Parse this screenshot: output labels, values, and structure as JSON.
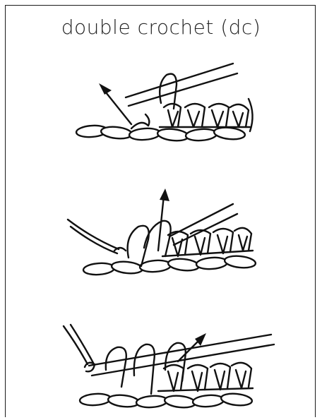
{
  "title": "double crochet (dc)",
  "colors": {
    "ink": "#111111",
    "paper": "#ffffff",
    "frame": "#1a1a1a"
  },
  "illustrations": [
    {
      "name": "step-1",
      "arrow": "up-left"
    },
    {
      "name": "step-2",
      "arrow": "up"
    },
    {
      "name": "step-3",
      "arrow": "up-right"
    }
  ]
}
